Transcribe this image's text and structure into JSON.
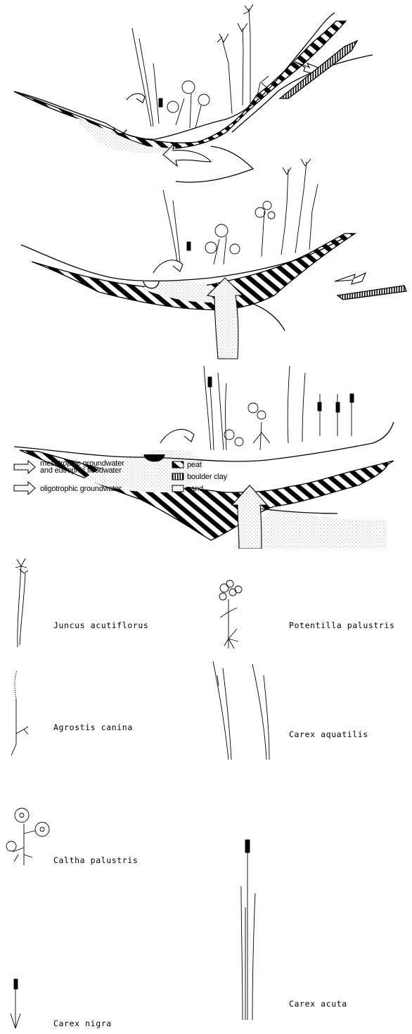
{
  "legend": {
    "arrow_meso_line1": "mesotrophic groundwater",
    "arrow_meso_line2": "and eutrophic floodwater",
    "arrow_oligo": "oligotrophic groundwater",
    "peat": "peat",
    "boulder_clay": "boulder clay",
    "sand": "sand"
  },
  "species": {
    "juncus_acutiflorus": "Juncus acutiflorus",
    "potentilla_palustris": "Potentilla palustris",
    "agrostis_canina": "Agrostis canina",
    "carex_aquatilis": "Carex aquatilis",
    "caltha_palustris": "Caltha palustris",
    "carex_nigra": "Carex nigra",
    "carex_acuta": "Carex acuta"
  }
}
